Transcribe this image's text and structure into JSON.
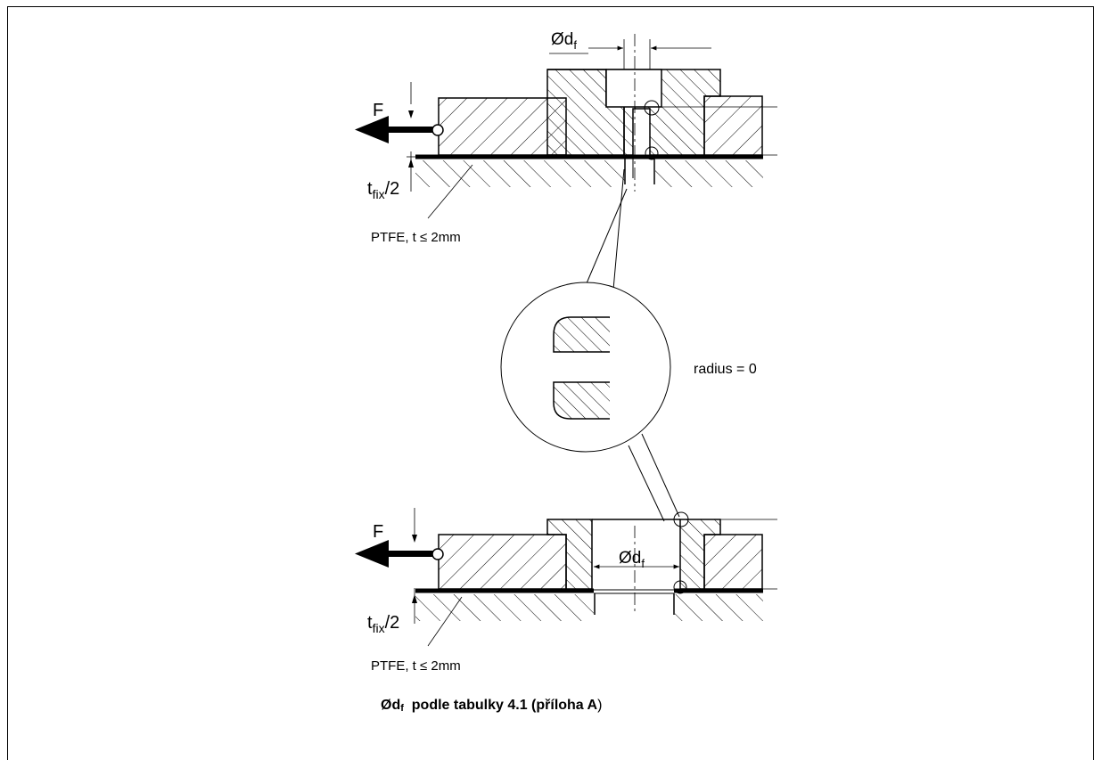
{
  "diagram": {
    "top": {
      "force_label": "F",
      "dim_label_main": "Ød",
      "dim_label_sub": "f",
      "thickness_main": "t",
      "thickness_sub": "fix",
      "thickness_suffix": "/2",
      "ptfe_label": "PTFE, t ≤ 2mm"
    },
    "detail": {
      "radius_label": "radius = 0"
    },
    "bottom": {
      "force_label": "F",
      "dim_label_main": "Ød",
      "dim_label_sub": "f",
      "thickness_main": "t",
      "thickness_sub": "fix",
      "thickness_suffix": "/2",
      "ptfe_label": "PTFE, t ≤ 2mm"
    },
    "caption": {
      "main": "Ød",
      "sub": "f",
      "rest": "  podle tabulky 4.1 (příloha A",
      "close": ")"
    },
    "colors": {
      "ink": "#000000",
      "paper": "#ffffff"
    }
  }
}
